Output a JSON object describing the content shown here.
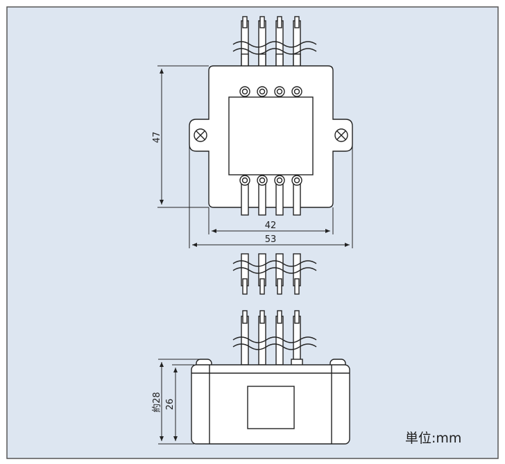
{
  "colors": {
    "background": "#dde6f1",
    "border": "#555555",
    "body_fill": "#ffffff",
    "line": "#222222"
  },
  "icons": [
    "screw-hole-icon"
  ],
  "top_view": {
    "height_label": "47",
    "inner_width_label": "42",
    "outer_width_label": "53"
  },
  "side_view": {
    "overall_height_label": "約28",
    "body_height_label": "26"
  },
  "unit_label": "単位:mm"
}
